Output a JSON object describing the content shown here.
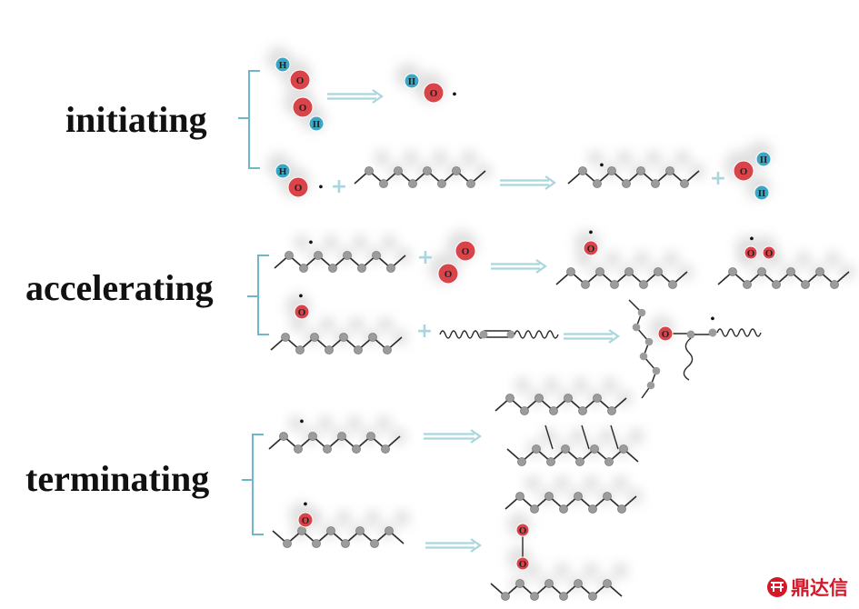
{
  "stages": {
    "initiating": "initiating",
    "accelerating": "accelerating",
    "terminating": "terminating"
  },
  "atoms": {
    "hydrogen": "H",
    "hydrogen_alt": "II",
    "oxygen": "O"
  },
  "symbols": {
    "radical": "•",
    "plus": "+"
  },
  "colors": {
    "oxygen": "#d9434a",
    "hydrogen": "#3aa6c4",
    "carbon": "#9c9c9c",
    "bond": "#2a2a2a",
    "bracket": "#6fb6c8",
    "arrow": "#a9d6de"
  },
  "watermark": {
    "text": "鼎达信",
    "icon": "brand-logo-icon"
  }
}
